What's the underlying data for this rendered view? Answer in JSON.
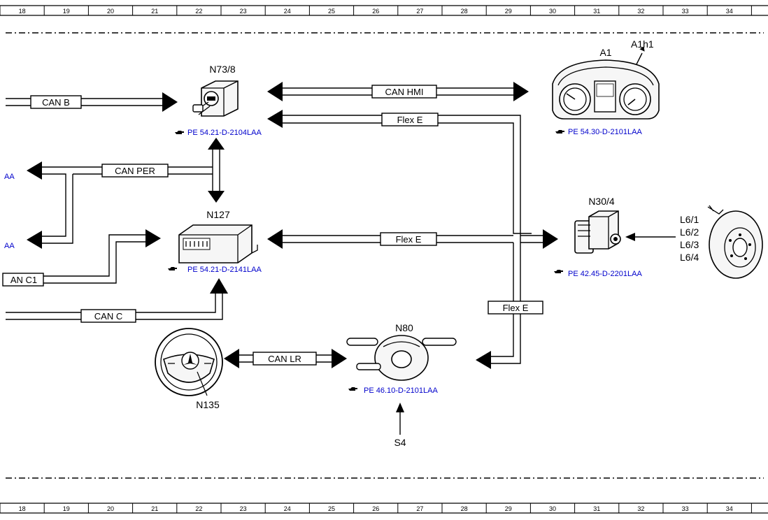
{
  "ruler": {
    "numbers": [
      "18",
      "19",
      "20",
      "21",
      "22",
      "23",
      "24",
      "25",
      "26",
      "27",
      "28",
      "29",
      "30",
      "31",
      "32",
      "33",
      "34"
    ]
  },
  "components": {
    "n73_8": {
      "label": "N73/8",
      "ref": "PE 54.21-D-2104LAA"
    },
    "a1": {
      "label": "A1",
      "callout": "A1h1",
      "ref": "PE 54.30-D-2101LAA"
    },
    "n127": {
      "label": "N127",
      "ref": "PE 54.21-D-2141LAA"
    },
    "n30_4": {
      "label": "N30/4",
      "ref": "PE 42.45-D-2201LAA"
    },
    "n80": {
      "label": "N80",
      "ref": "PE 46.10-D-2101LAA"
    },
    "n135": {
      "label": "N135"
    },
    "s4": {
      "label": "S4"
    },
    "l6": {
      "labels": [
        "L6/1",
        "L6/2",
        "L6/3",
        "L6/4"
      ]
    }
  },
  "buses": {
    "can_b": "CAN B",
    "can_hmi": "CAN HMI",
    "flex_e_top": "Flex E",
    "can_per": "CAN PER",
    "flex_e_mid": "Flex E",
    "can_c1": "AN C1",
    "can_c": "CAN C",
    "flex_e_vert": "Flex E",
    "can_lr": "CAN LR"
  },
  "offpage": {
    "left_upper": "AA",
    "left_lower": "AA"
  }
}
